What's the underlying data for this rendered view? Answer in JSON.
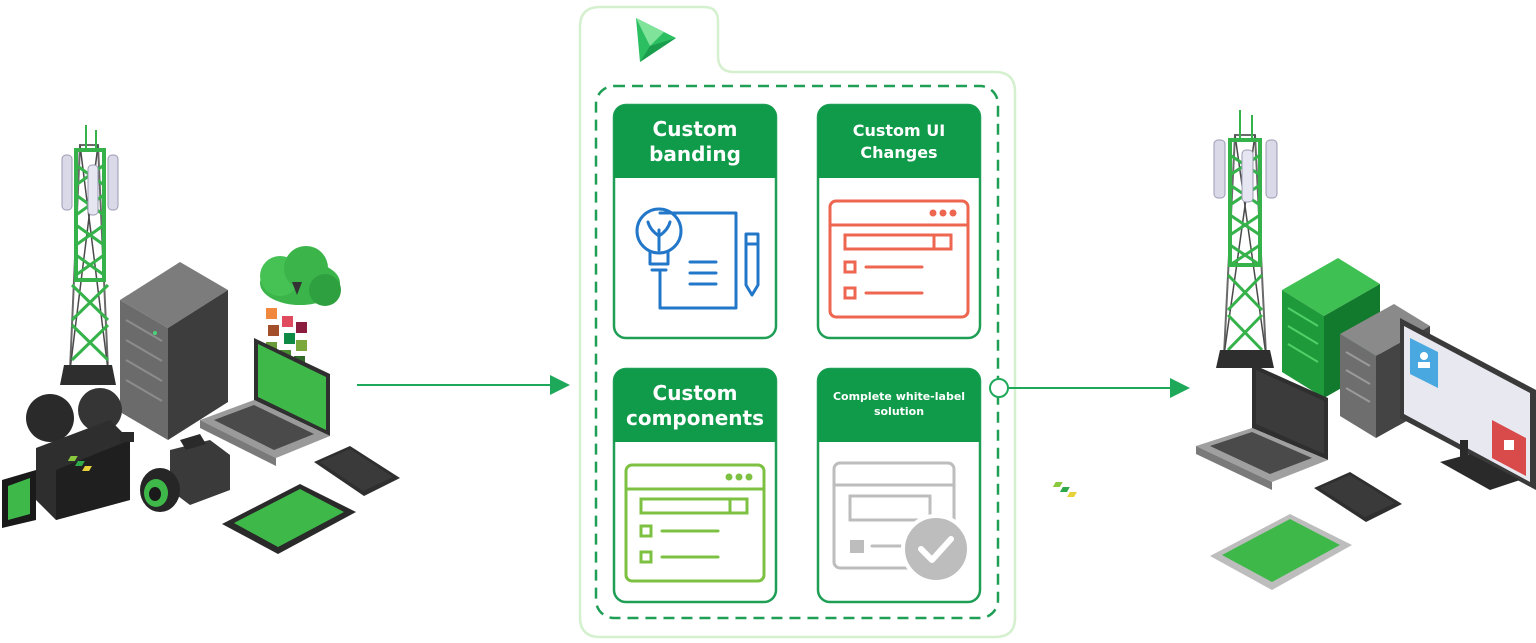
{
  "colors": {
    "accent_green": "#0f9b4a",
    "mid_green": "#3bbd5a",
    "light_green": "#5fd48a",
    "panel_border": "#cdeec9",
    "blue_icon": "#2277c9",
    "red_icon": "#ee6650",
    "lime_icon": "#7cc142",
    "gray_icon": "#bdbdbd"
  },
  "panel": {
    "logo_icon": "play-logo-icon",
    "cards": [
      {
        "title_line1": "Custom",
        "title_line2": "banding",
        "icon": "lightbulb-document-pencil-icon"
      },
      {
        "title_line1": "Custom UI",
        "title_line2": "Changes",
        "icon": "browser-window-list-icon"
      },
      {
        "title_line1": "Custom",
        "title_line2": "components",
        "icon": "browser-window-list-icon"
      },
      {
        "title_line1": "Complete white-label",
        "title_line2": "solution",
        "icon": "browser-window-check-icon"
      }
    ]
  },
  "left_group": {
    "items": [
      "cell-tower-icon",
      "server-icon",
      "cloud-icon",
      "laptop-icon",
      "video-camera-icon",
      "photo-camera-icon",
      "phone-icon",
      "tablet-icon"
    ]
  },
  "right_group": {
    "items": [
      "cell-tower-icon",
      "server-icon",
      "laptop-icon",
      "monitor-icon",
      "phone-icon",
      "tablet-icon"
    ]
  }
}
